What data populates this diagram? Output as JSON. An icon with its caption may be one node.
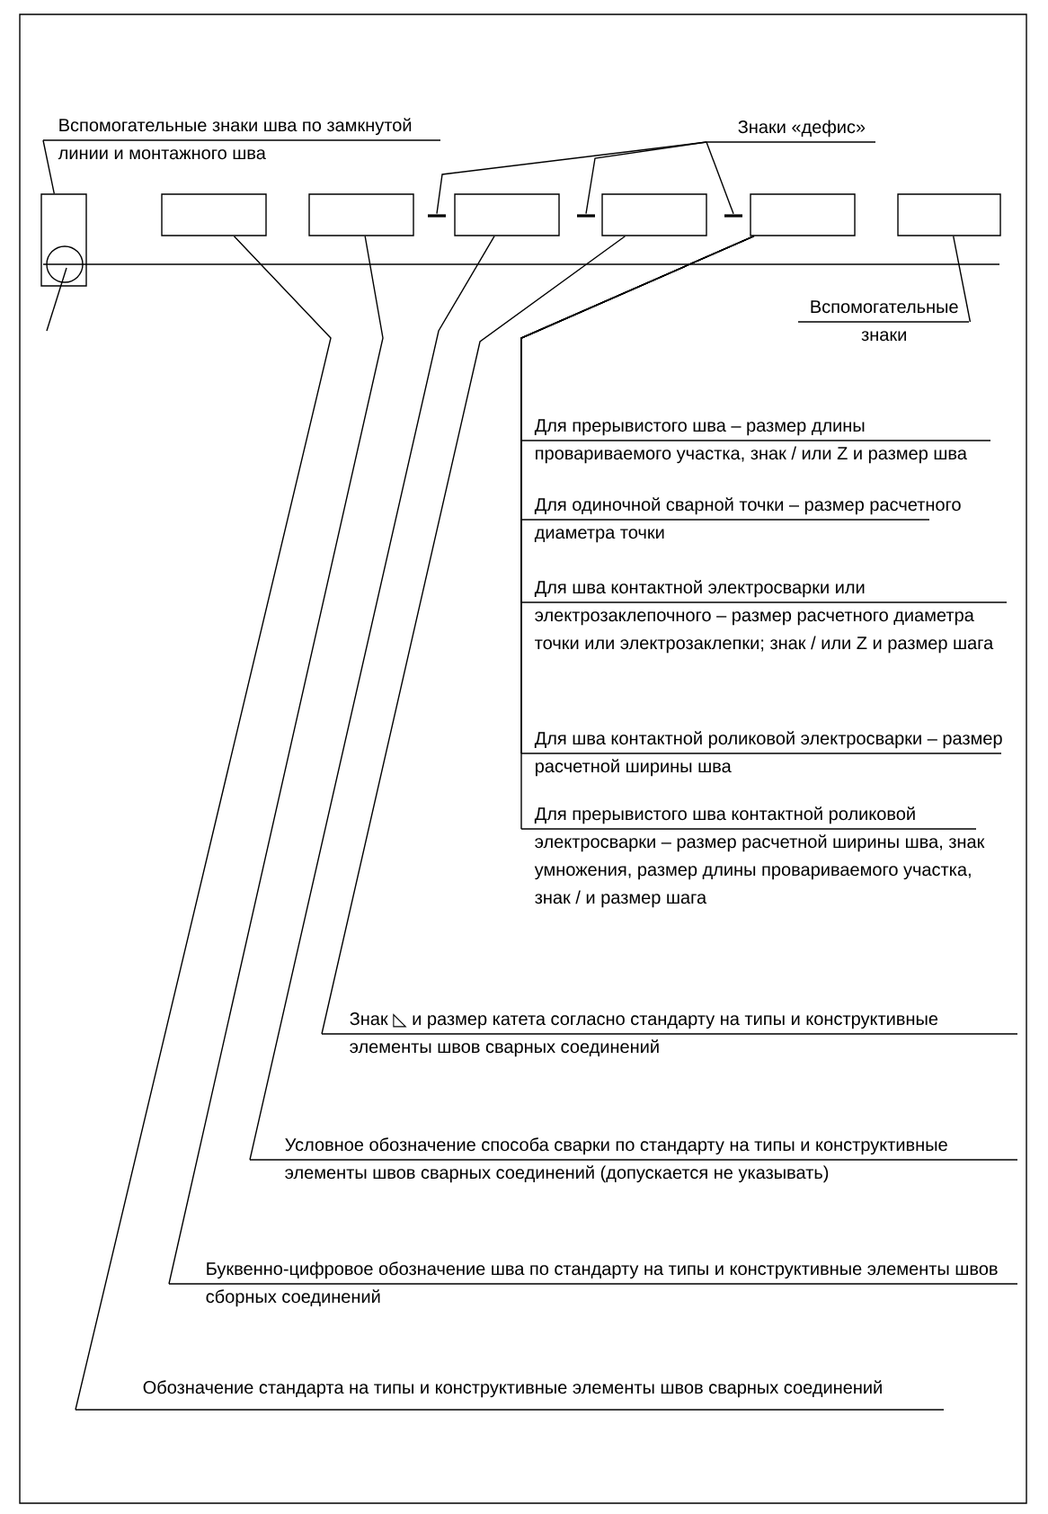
{
  "diagram": {
    "nodes": [
      {
        "text": [
          "Вспомогательные знаки шва по замкнутой линии и монтажного шва"
        ]
      },
      {
        "text": [
          "Знаки «дефис»"
        ]
      },
      {
        "text": [],
        "shape": "box"
      },
      {
        "text": [],
        "shape": "box"
      },
      {
        "text": [],
        "shape": "box"
      },
      {
        "text": [],
        "shape": "box"
      },
      {
        "text": [],
        "shape": "box"
      },
      {
        "text": [],
        "shape": "box"
      },
      {
        "text": [],
        "shape": "box"
      },
      {
        "text": [],
        "shape": "bar"
      },
      {
        "text": [],
        "shape": "bar"
      },
      {
        "text": [],
        "shape": "bar"
      },
      {
        "text": [
          "Вспомогательные знаки"
        ]
      },
      {
        "text": [
          "Для прерывистого шва – размер длины провариваемого участка, знак / или Z и размер шва"
        ]
      },
      {
        "text": [
          "Для одиночной сварной точки – размер расчетного диаметра точки"
        ]
      },
      {
        "text": [
          "Для шва контактной электросварки или электрозаклепочного – размер расчетного диаметра точки или электрозаклепки; знак / или Z и размер шага"
        ]
      },
      {
        "text": [
          "Для шва контактной роликовой электросварки – размер расчетной ширины шва"
        ]
      },
      {
        "text": [
          "Для прерывистого шва контактной роликовой электросварки – размер расчетной ширины шва, знак умножения, размер длины провариваемого участка, знак / и размер шага"
        ]
      },
      {
        "text": [
          "Знак ◺ и размер катета согласно стандарту на типы и конструктивные элементы швов сварных соединений"
        ]
      },
      {
        "text": [
          "Условное обозначение способа сварки по стандарту на типы и конструктивные элементы швов сварных соединений (допускается не указывать)"
        ]
      },
      {
        "text": [
          "Буквенно-цифровое обозначение шва по стандарту на типы и конструктивные элементы швов сборных соединений"
        ]
      },
      {
        "text": [
          "Обозначение стандарта на типы и конструктивные элементы швов сварных соединений"
        ]
      }
    ],
    "edges": [
      {
        "from": 0,
        "to": 2,
        "arrow": "none"
      },
      {
        "from": 1,
        "to": 9,
        "arrow": "none"
      },
      {
        "from": 1,
        "to": 10,
        "arrow": "none"
      },
      {
        "from": 1,
        "to": 11,
        "arrow": "none"
      },
      {
        "from": 12,
        "to": 8,
        "arrow": "none"
      },
      {
        "from": 13,
        "to": 7,
        "arrow": "none"
      },
      {
        "from": 14,
        "to": 7,
        "arrow": "none"
      },
      {
        "from": 15,
        "to": 7,
        "arrow": "none"
      },
      {
        "from": 16,
        "to": 7,
        "arrow": "none"
      },
      {
        "from": 17,
        "to": 7,
        "arrow": "none"
      },
      {
        "from": 18,
        "to": 6,
        "arrow": "none"
      },
      {
        "from": 19,
        "to": 5,
        "arrow": "none"
      },
      {
        "from": 20,
        "to": 4,
        "arrow": "none"
      },
      {
        "from": 21,
        "to": 3,
        "arrow": "none"
      }
    ]
  }
}
